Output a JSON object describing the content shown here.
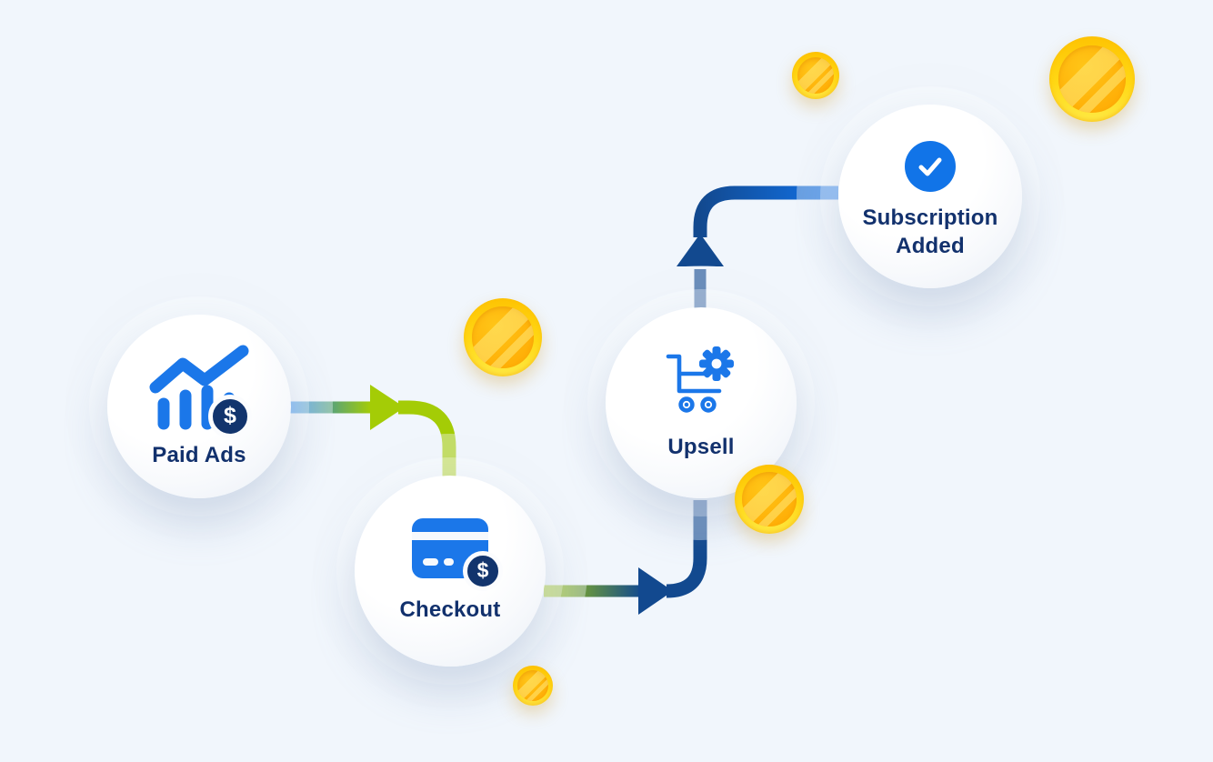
{
  "diagram": {
    "type": "marketing-funnel-flow",
    "background_color": "#f1f6fc"
  },
  "nodes": [
    {
      "id": "paid-ads",
      "label": "Paid Ads",
      "icon": "bar-chart-dollar-icon",
      "badge_symbol": "$"
    },
    {
      "id": "checkout",
      "label": "Checkout",
      "icon": "credit-card-dollar-icon",
      "badge_symbol": "$"
    },
    {
      "id": "upsell",
      "label": "Upsell",
      "icon": "cart-gear-icon"
    },
    {
      "id": "subscription-added",
      "label_line1": "Subscription",
      "label_line2": "Added",
      "icon": "check-icon"
    }
  ],
  "connectors": [
    {
      "from": "paid-ads",
      "to": "checkout",
      "gradient": [
        "#0b79f0",
        "#a4cc06"
      ],
      "arrowhead_color": "#a4cc06"
    },
    {
      "from": "checkout",
      "to": "upsell",
      "gradient": [
        "#a4cc06",
        "#12498f"
      ],
      "arrowhead_color": "#12498f"
    },
    {
      "from": "upsell",
      "to": "subscription-added",
      "gradient": [
        "#12498f",
        "#1273ea"
      ],
      "arrowhead_color": "#12498f"
    }
  ],
  "palette": {
    "icon_blue": "#1b77e9",
    "badge_navy": "#12346d",
    "label_navy": "#12316d",
    "lime_green": "#a4cc06",
    "arrow_navy": "#12498f",
    "arrow_bright_blue": "#1273ea",
    "coin_gold": "#ffd814",
    "coin_face_orange": "#ffb008"
  },
  "decorations": {
    "coins": [
      {
        "size": "xl",
        "position": "top-right"
      },
      {
        "size": "sm",
        "position": "top-center"
      },
      {
        "size": "lg",
        "position": "mid-left-of-upsell"
      },
      {
        "size": "md",
        "position": "below-upsell"
      },
      {
        "size": "xs",
        "position": "below-checkout"
      }
    ]
  }
}
